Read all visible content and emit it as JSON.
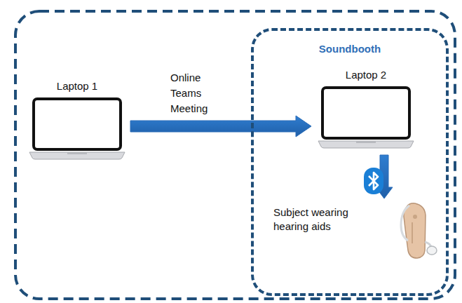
{
  "diagram": {
    "nodes": [
      {
        "text": [
          "Laptop 1"
        ]
      },
      {
        "text": [
          "Soundbooth"
        ]
      },
      {
        "text": [
          "Laptop 2"
        ],
        "in": 1
      },
      {
        "text": [
          "Subject wearing hearing aids"
        ],
        "in": 1
      }
    ],
    "edges": [
      {
        "from": 0,
        "to": 2,
        "label": "Online Teams Meeting",
        "arrow": "to"
      },
      {
        "from": 2,
        "to": 3,
        "arrow": "to"
      }
    ]
  }
}
